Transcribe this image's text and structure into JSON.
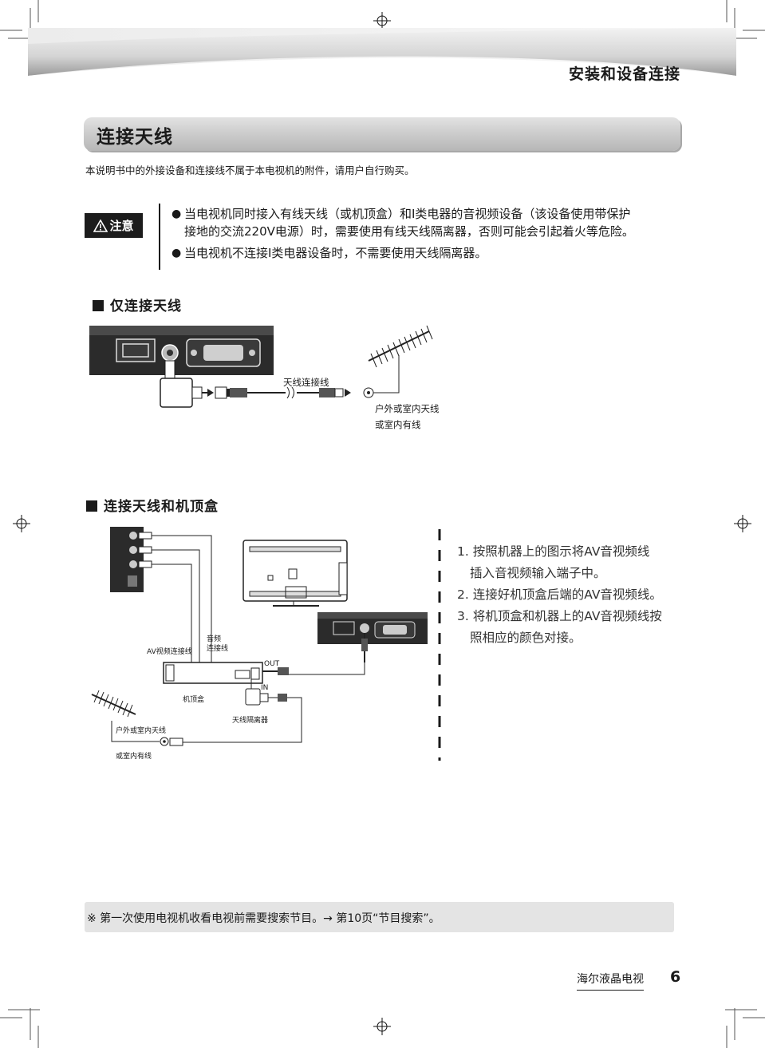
{
  "header": {
    "chapter_title": "安装和设备连接"
  },
  "section": {
    "title": "连接天线",
    "intro": "本说明书中的外接设备和连接线不属于本电视机的附件，请用户自行购买。"
  },
  "caution": {
    "badge": "注意",
    "items": [
      {
        "line1": "当电视机同时接入有线天线（或机顶盒）和I类电器的音视频设备（该设备使用带保护",
        "line2": "接地的交流220V电源）时，需要使用有线天线隔离器，否则可能会引起着火等危险。"
      },
      {
        "line1": "当电视机不连接I类电器设备时，不需要使用天线隔离器。"
      }
    ]
  },
  "antenna_only": {
    "heading": "仅连接天线",
    "cable_label": "天线连接线",
    "source_label_1": "户外或室内天线",
    "source_label_2": "或室内有线"
  },
  "antenna_stb": {
    "heading": "连接天线和机顶盒",
    "av_video_cable": "AV视频连接线",
    "audio_cable_1": "音频",
    "audio_cable_2": "连接线",
    "stb_label": "机顶盒",
    "out_label": "OUT",
    "in_label": "IN",
    "isolator_label": "天线隔离器",
    "source_label_1": "户外或室内天线",
    "source_label_2": "或室内有线",
    "steps": [
      "1. 按照机器上的图示将AV音视频线",
      "插入音视频输入端子中。",
      "2. 连接好机顶盒后端的AV音视频线。",
      "3. 将机顶盒和机器上的AV音视频线按",
      "照相应的颜色对接。"
    ]
  },
  "footer": {
    "note": "※ 第一次使用电视机收看电视前需要搜索节目。→ 第10页“节目搜索”。",
    "brand": "海尔液晶电视",
    "page_number": "6"
  }
}
